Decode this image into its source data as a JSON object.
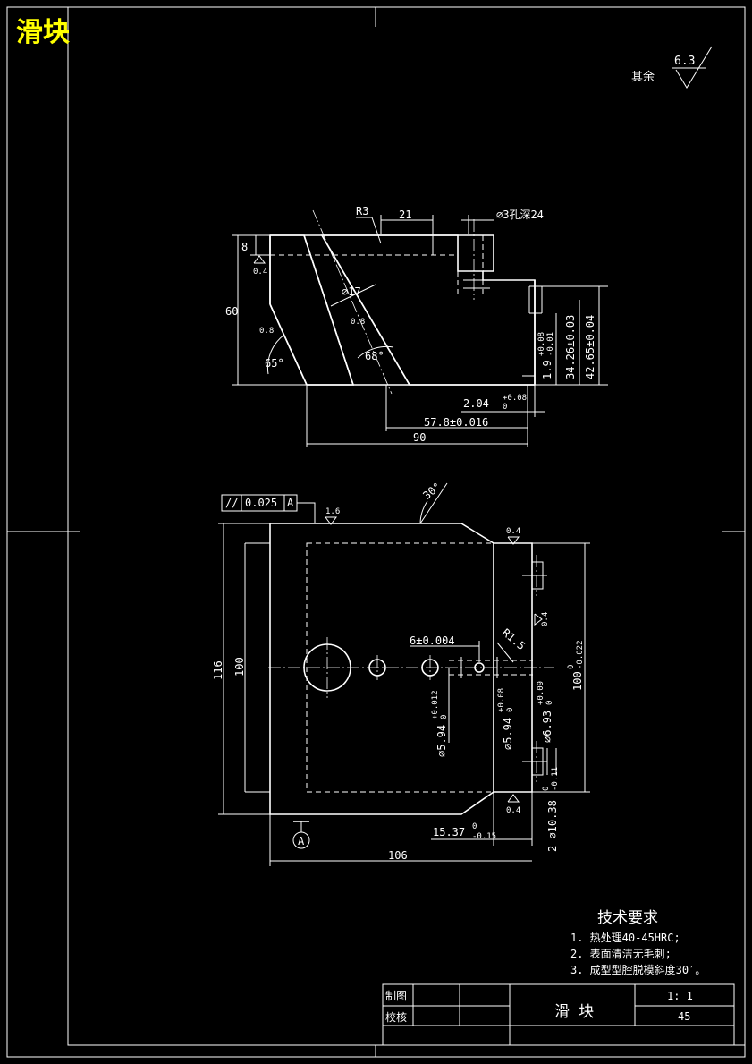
{
  "title": "滑块",
  "roughness": {
    "label": "其余",
    "value": "6.3"
  },
  "section_view": {
    "dims": {
      "r3": "R3",
      "d21": "21",
      "hole": "⌀3孔深24",
      "d8": "8",
      "r04a": "0.4",
      "d60": "60",
      "d17": "⌀17",
      "r08a": "0.8",
      "r08b": "0.8",
      "a65": "65°",
      "a68": "68°",
      "d19": "1.9",
      "d19_tol_up": "+0.08",
      "d19_tol_dn": "-0.01",
      "d3426": "34.26±0.03",
      "d4265": "42.65±0.04",
      "d204": "2.04",
      "d204_tol_up": "+0.08",
      "d204_tol_dn": "0",
      "d578": "57.8±0.016",
      "d90": "90"
    }
  },
  "plan_view": {
    "gdt": {
      "symbol": "//",
      "value": "0.025",
      "datum": "A"
    },
    "dims": {
      "r16": "1.6",
      "a30": "30°",
      "r04b": "0.4",
      "r04c": "0.4",
      "r04d": "0.4",
      "d116": "116",
      "d100": "100",
      "d6": "6±0.004",
      "r15": "R1.5",
      "d100r": "100",
      "d100r_tol_up": "0",
      "d100r_tol_dn": "-0.022",
      "dia594a": "⌀5.94",
      "dia594a_tol_up": "+0.012",
      "dia594a_tol_dn": "0",
      "dia594b": "⌀5.94",
      "dia594b_tol_up": "+0.08",
      "dia594b_tol_dn": "0",
      "dia693": "⌀6.93",
      "dia693_tol_up": "+0.09",
      "dia693_tol_dn": "0",
      "dia1038": "2-⌀10.38",
      "dia1038_tol_up": "0",
      "dia1038_tol_dn": "-0.11",
      "d1537": "15.37",
      "d1537_tol_up": "0",
      "d1537_tol_dn": "-0.15",
      "d106": "106",
      "datum_a": "A"
    }
  },
  "tech_req": {
    "heading": "技术要求",
    "items": [
      "1.  热处理40-45HRC;",
      "2.  表面清洁无毛刺;",
      "3.  成型型腔脱模斜度30′。"
    ]
  },
  "title_block": {
    "drawn": "制图",
    "checked": "校核",
    "part_name": "滑    块",
    "scale": "1: 1",
    "material": "45"
  }
}
